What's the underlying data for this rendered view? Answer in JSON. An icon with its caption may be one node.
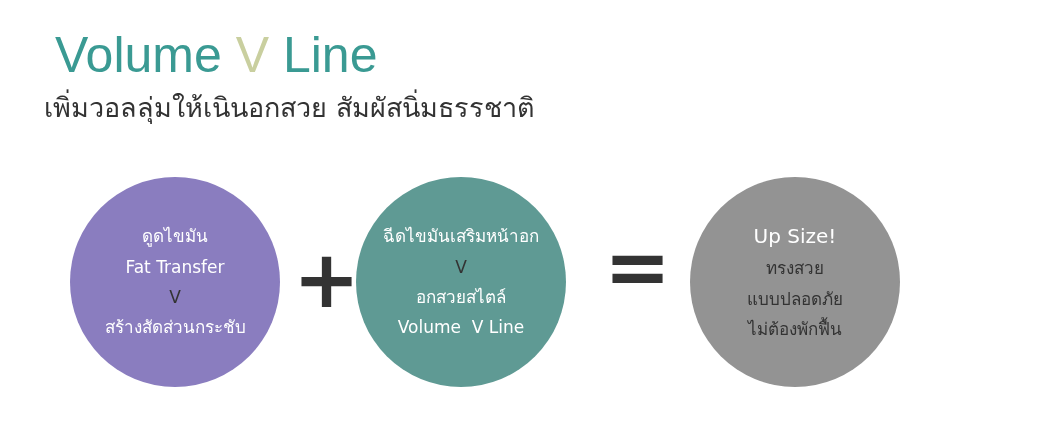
{
  "diagram": {
    "title": "Volume *V* Line",
    "caption": "เพิ่มวอลลุ่มให้เนินอกสวย สัมผัสนิ่มธรรชาติ",
    "nodes": [
      {
        "text": [
          "ดูดไขมัน",
          "Fat Transfer",
          "V",
          "สร้างสัดส่วนกระชับ"
        ]
      },
      {
        "text": [
          "ฉีดไขมันเสริมหน้าอก",
          "V",
          "อกสวยสไตล์",
          "Volume  V Line"
        ]
      },
      {
        "text": [
          "Up Size!",
          "ทรงสวย",
          "แบบปลอดภัย",
          "ไม่ต้องพักฟื้น"
        ]
      }
    ],
    "labels": [
      "+",
      "="
    ]
  }
}
